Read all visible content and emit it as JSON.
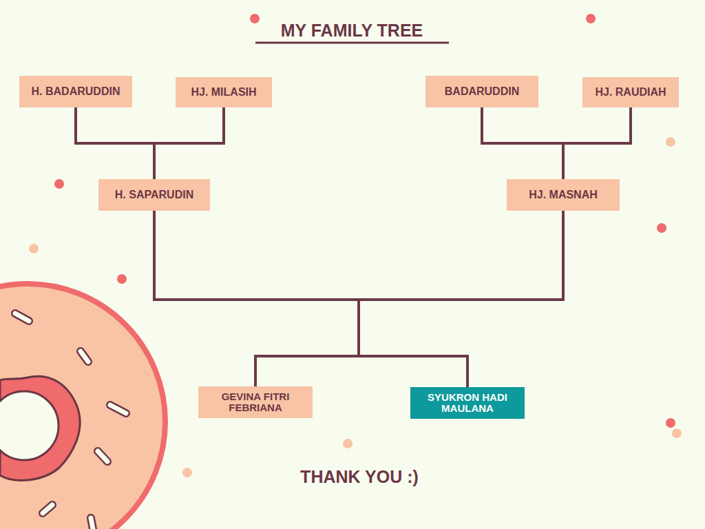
{
  "diagram": {
    "title": "MY FAMILY TREE",
    "nodes": [
      {
        "text": [
          "H. BADARUDDIN"
        ]
      },
      {
        "text": [
          "HJ. MILASIH"
        ]
      },
      {
        "text": [
          "BADARUDDIN"
        ]
      },
      {
        "text": [
          "HJ. RAUDIAH"
        ]
      },
      {
        "text": [
          "H. SAPARUDIN"
        ]
      },
      {
        "text": [
          "HJ. MASNAH"
        ]
      },
      {
        "text": [
          "GEVINA FITRI FEBRIANA"
        ]
      },
      {
        "text": [
          "SYUKRON HADI MAULANA"
        ]
      }
    ],
    "edges": [
      {
        "from": 0,
        "to": 4,
        "arrow": "none"
      },
      {
        "from": 1,
        "to": 4,
        "arrow": "none"
      },
      {
        "from": 2,
        "to": 5,
        "arrow": "none"
      },
      {
        "from": 3,
        "to": 5,
        "arrow": "none"
      },
      {
        "from": 4,
        "to": 6,
        "arrow": "none"
      },
      {
        "from": 4,
        "to": 7,
        "arrow": "none"
      },
      {
        "from": 5,
        "to": 6,
        "arrow": "none"
      },
      {
        "from": 5,
        "to": 7,
        "arrow": "none"
      }
    ],
    "labels": [
      "THANK YOU :)"
    ]
  }
}
